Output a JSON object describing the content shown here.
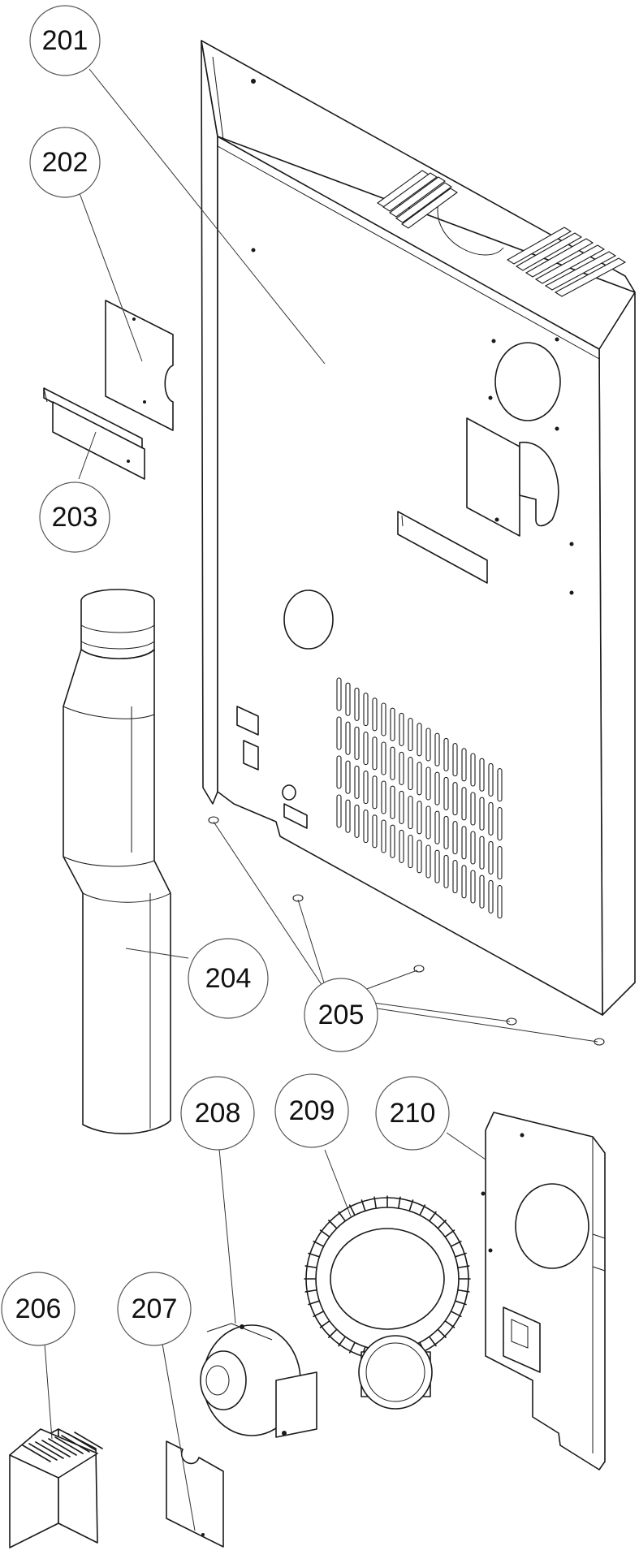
{
  "callouts": {
    "c201": "201",
    "c202": "202",
    "c203": "203",
    "c204": "204",
    "c205": "205",
    "c206": "206",
    "c207": "207",
    "c208": "208",
    "c209": "209",
    "c210": "210"
  },
  "colors": {
    "line": "#1a1a1a",
    "bubble_stroke": "#555555",
    "background": "#ffffff"
  }
}
